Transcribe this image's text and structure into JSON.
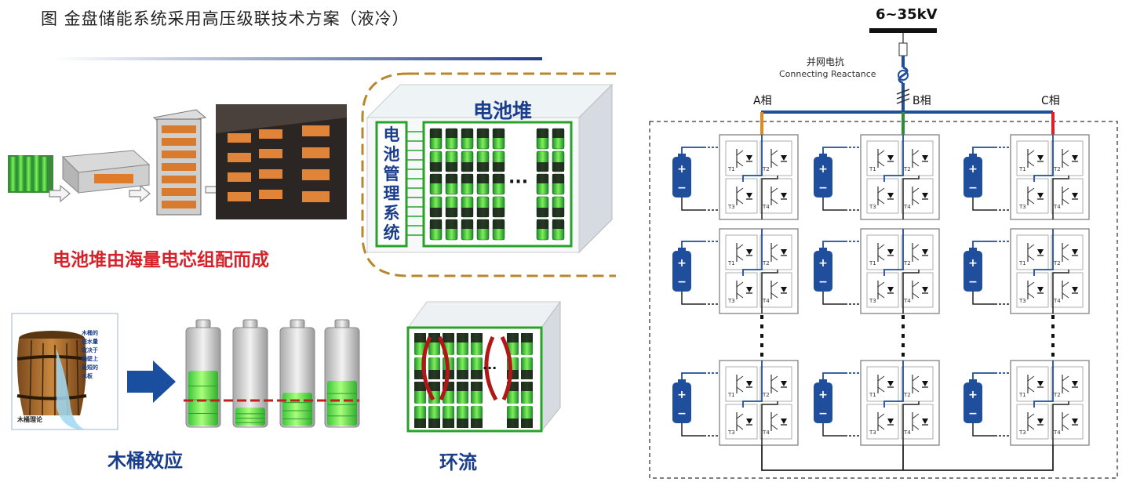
{
  "caption": "图  金盘储能系统采用高压级联技术方案（液冷）",
  "left": {
    "stack_title": "电池堆",
    "bms_chars": [
      "电",
      "池",
      "管",
      "理",
      "系",
      "统"
    ],
    "stack_desc": "电池堆由海量电芯组配而成",
    "barrel_caption": "木桶理论",
    "barrel_note": [
      "木桶的",
      "盛水量",
      "取决于",
      "桶壁上",
      "最短的",
      "木板"
    ],
    "barrel_effect_label": "木桶效应",
    "circulation_label": "环流",
    "dots": "···",
    "battery_levels": [
      0.55,
      0.18,
      0.33,
      0.45
    ]
  },
  "right": {
    "voltage_label": "6~35kV",
    "reactance_cn": "并网电抗",
    "reactance_en": "Connecting Reactance",
    "phase_labels": [
      "A相",
      "B相",
      "C相"
    ],
    "phase_colors": [
      "#e08a1e",
      "#2e8b3a",
      "#d8222a"
    ],
    "bus_color": "#1f4e9c",
    "transistor_labels": [
      "T1",
      "T2",
      "T3",
      "T4"
    ],
    "battery_plus": "+",
    "battery_minus": "−"
  }
}
